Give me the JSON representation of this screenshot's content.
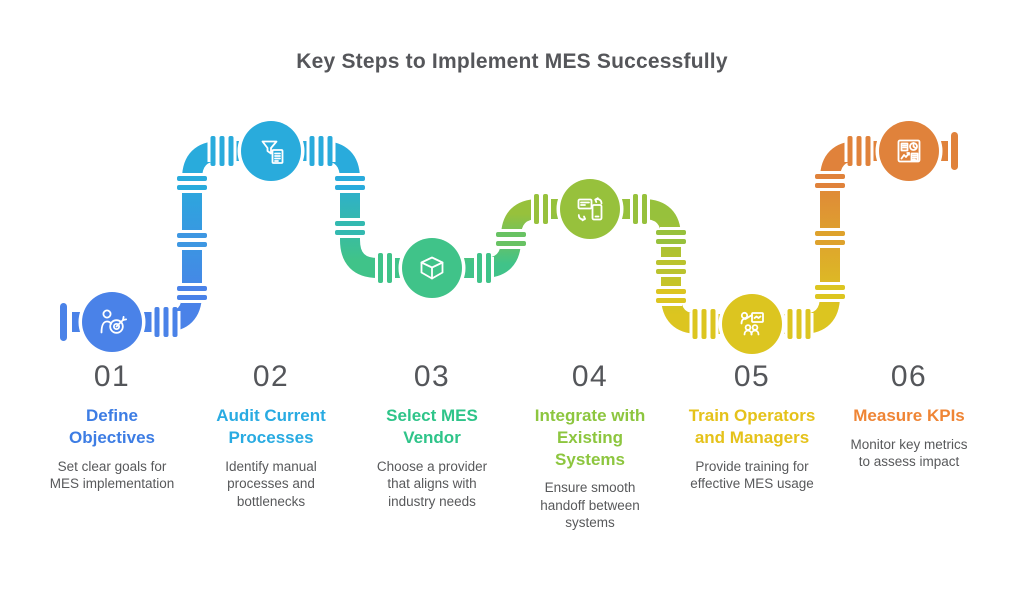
{
  "title": "Key Steps to Implement MES Successfully",
  "steps": [
    {
      "number": "01",
      "title": "Define\nObjectives",
      "description": "Set clear goals for\nMES implementation",
      "color": "#3D7DE4",
      "icon": "goal-target-icon"
    },
    {
      "number": "02",
      "title": "Audit Current\nProcesses",
      "description": "Identify manual\nprocesses and\nbottlenecks",
      "color": "#29ABE2",
      "icon": "funnel-document-icon"
    },
    {
      "number": "03",
      "title": "Select MES\nVendor",
      "description": "Choose a provider\nthat aligns with\nindustry needs",
      "color": "#2EC489",
      "icon": "cube-package-icon"
    },
    {
      "number": "04",
      "title": "Integrate with\nExisting\nSystems",
      "description": "Ensure smooth\nhandoff between\nsystems",
      "color": "#8DC63F",
      "icon": "device-sync-icon"
    },
    {
      "number": "05",
      "title": "Train Operators\nand Managers",
      "description": "Provide training for\neffective MES usage",
      "color": "#E5C21A",
      "icon": "training-presentation-icon"
    },
    {
      "number": "06",
      "title": "Measure KPIs",
      "description": "Monitor key metrics\nto assess impact",
      "color": "#EF8535",
      "icon": "kpi-dashboard-icon"
    }
  ],
  "pipe_colors": {
    "blue": "#4A82E8",
    "cyan": "#29ABDC",
    "green": "#40C389",
    "lime": "#97C13C",
    "yellow": "#DCC520",
    "orange": "#E0823B"
  },
  "number_color": "#54565A",
  "body_text_color": "#58595B",
  "title_color": "#55565A"
}
